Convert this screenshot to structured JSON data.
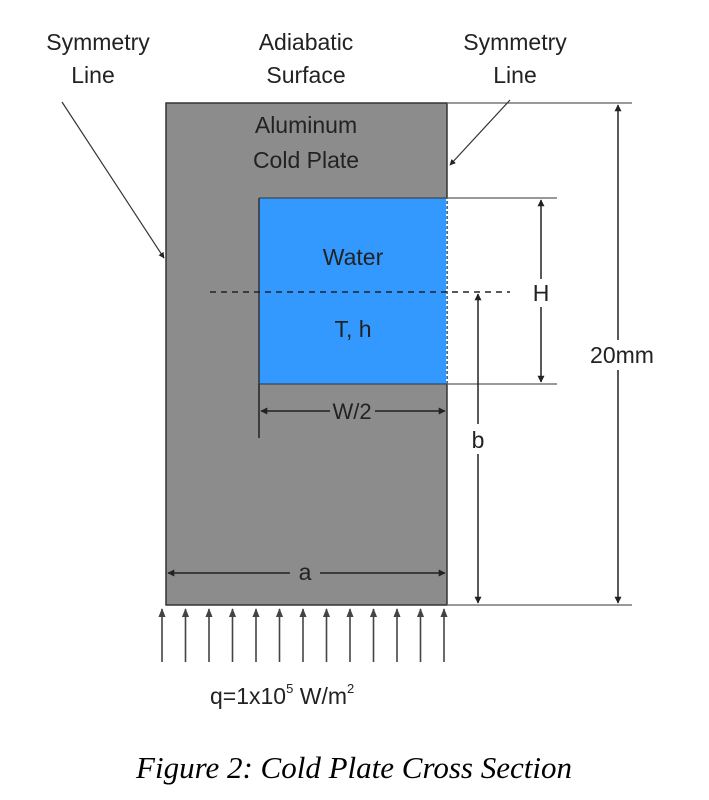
{
  "labels": {
    "symmetry_left_1": "Symmetry",
    "symmetry_left_2": "Line",
    "adiabatic_1": "Adiabatic",
    "adiabatic_2": "Surface",
    "symmetry_right_1": "Symmetry",
    "symmetry_right_2": "Line",
    "plate_1": "Aluminum",
    "plate_2": "Cold Plate",
    "water": "Water",
    "water_props": "T, h",
    "half_width": "W/2",
    "channel_height": "H",
    "offset": "b",
    "thickness": "20mm",
    "width": "a",
    "heat_flux_base": "q=1x10",
    "heat_flux_exp": "5",
    "heat_flux_unit": " W/m",
    "heat_flux_unit_exp": "2"
  },
  "caption": "Figure 2: Cold Plate Cross Section",
  "colors": {
    "plate": "#8c8c8c",
    "water": "#3399ff",
    "line": "#222222",
    "flux_arrow": "#444444"
  }
}
